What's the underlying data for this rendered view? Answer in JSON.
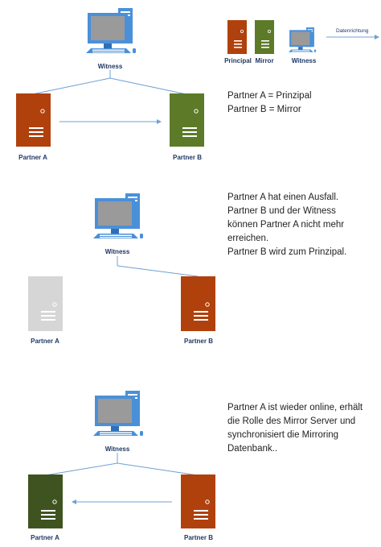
{
  "legend": {
    "principal": "Principal",
    "mirror": "Mirror",
    "witness": "Witness",
    "direction": "Datenrichtung"
  },
  "colors": {
    "principal": "#b0410d",
    "mirror": "#5c7a28",
    "mirror_dark": "#3f5321",
    "failed": "#d6d6d6",
    "connector": "#6fa0d4",
    "monitor_frame": "#4a90d9",
    "screen": "#9a9a9a"
  },
  "scenario1": {
    "witness": "Witness",
    "partner_a": "Partner A",
    "partner_b": "Partner B",
    "text": [
      "Partner A = Prinzipal",
      "Partner B = Mirror"
    ]
  },
  "scenario2": {
    "witness": "Witness",
    "partner_a": "Partner A",
    "partner_b": "Partner B",
    "text": [
      "Partner A hat einen Ausfall. Partner B und der Witness können Partner A nicht mehr erreichen.",
      "Partner B wird zum Prinzipal."
    ]
  },
  "scenario3": {
    "witness": "Witness",
    "partner_a": "Partner A",
    "partner_b": "Partner B",
    "text": [
      "Partner A ist wieder online, erhält die Rolle des Mirror Server und synchronisiert die Mirroring Datenbank.."
    ]
  }
}
